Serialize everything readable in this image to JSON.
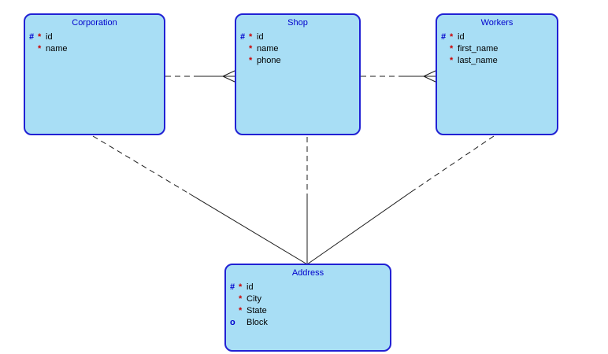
{
  "colors": {
    "fill": "#a8def5",
    "border": "#2121d4",
    "title": "#0000cc",
    "key": "#0000cc",
    "required": "#cc0000",
    "optional": "#d00000",
    "line": "#1c1c1c",
    "bg": "#ffffff"
  },
  "diagram": {
    "type": "entity-relationship-diagram",
    "entities": [
      {
        "name": "Corporation",
        "attributes": [
          {
            "key": "#",
            "opt": "*",
            "name": "id"
          },
          {
            "key": "",
            "opt": "*",
            "name": "name"
          }
        ]
      },
      {
        "name": "Shop",
        "attributes": [
          {
            "key": "#",
            "opt": "*",
            "name": "id"
          },
          {
            "key": "",
            "opt": "*",
            "name": "name"
          },
          {
            "key": "",
            "opt": "*",
            "name": "phone"
          }
        ]
      },
      {
        "name": "Workers",
        "attributes": [
          {
            "key": "#",
            "opt": "*",
            "name": "id"
          },
          {
            "key": "",
            "opt": "*",
            "name": "first_name"
          },
          {
            "key": "",
            "opt": "*",
            "name": "last_name"
          }
        ]
      },
      {
        "name": "Address",
        "attributes": [
          {
            "key": "#",
            "opt": "*",
            "name": "id"
          },
          {
            "key": "",
            "opt": "*",
            "name": "City"
          },
          {
            "key": "",
            "opt": "*",
            "name": "State"
          },
          {
            "key": "o",
            "opt": "",
            "name": "Block"
          }
        ]
      }
    ],
    "relationships": [
      {
        "from": "Corporation",
        "to": "Shop",
        "from_end": "dashed-one",
        "to_end": "solid-crow-foot"
      },
      {
        "from": "Shop",
        "to": "Workers",
        "from_end": "dashed-one",
        "to_end": "solid-crow-foot"
      },
      {
        "from": "Corporation",
        "to": "Address",
        "from_end": "dashed-one",
        "to_end": "solid-one"
      },
      {
        "from": "Shop",
        "to": "Address",
        "from_end": "dashed-one",
        "to_end": "solid-one"
      },
      {
        "from": "Workers",
        "to": "Address",
        "from_end": "dashed-one",
        "to_end": "solid-one"
      }
    ]
  }
}
